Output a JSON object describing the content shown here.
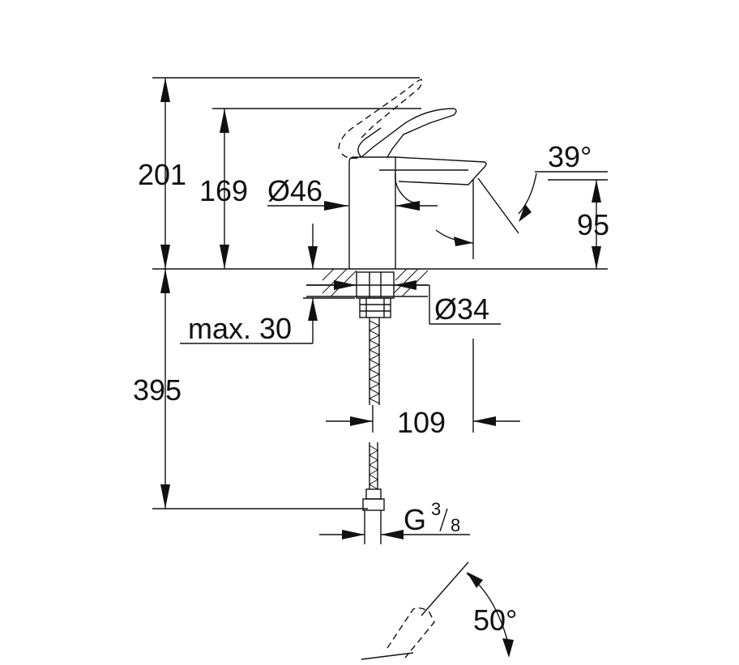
{
  "drawing": {
    "dimensions": {
      "total_height": "201",
      "spout_height": "169",
      "body_diameter": "Ø46",
      "angle_spout": "39°",
      "spout_outlet_height": "95",
      "max_thickness": "max. 30",
      "hole_diameter": "Ø34",
      "hose_length": "395",
      "projection": "109",
      "thread_main": "G",
      "thread_num": "3",
      "thread_den": "8",
      "lever_angle": "50°"
    }
  }
}
